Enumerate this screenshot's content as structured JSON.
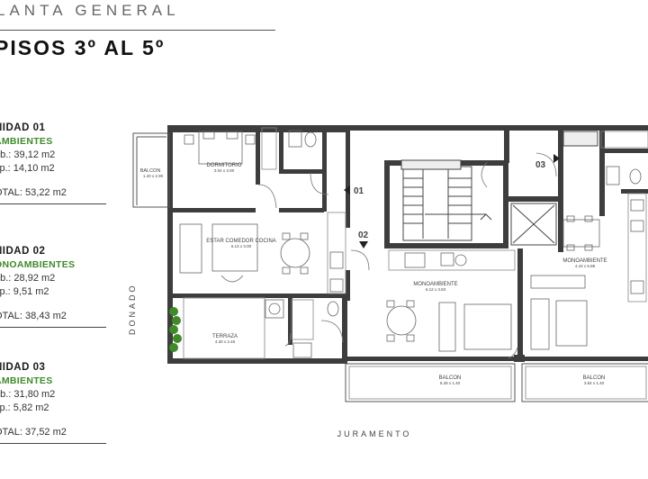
{
  "header": {
    "title": "LANTA GENERAL",
    "subtitle": "PISOS 3º AL 5º"
  },
  "units": [
    {
      "name": "NIDAD 01",
      "type": "AMBIENTES",
      "cub": "ub.: 39,12 m2",
      "exp": "xp.: 14,10 m2",
      "total": "OTAL: 53,22 m2"
    },
    {
      "name": "NIDAD 02",
      "type": "ONOAMBIENTES",
      "cub": "ub.: 28,92 m2",
      "exp": "xp.: 9,51 m2",
      "total": "OTAL: 38,43 m2"
    },
    {
      "name": "NIDAD 03",
      "type": "AMBIENTES",
      "cub": "ub.: 31,80 m2",
      "exp": "xp.: 5,82 m2",
      "total": "OTAL: 37,52 m2"
    }
  ],
  "plan": {
    "streets": {
      "side": "DONADO",
      "front": "JURAMENTO"
    },
    "unit_markers": [
      "01",
      "02",
      "03"
    ],
    "rooms": [
      {
        "name": "BALCON",
        "dims": "1.40 x 2.90"
      },
      {
        "name": "DORMITORIO",
        "dims": "3.04 x 3.00"
      },
      {
        "name": "ESTAR COMEDOR COCINA",
        "dims": "6.13 x 3.00"
      },
      {
        "name": "TERRAZA",
        "dims": "4.30 x 2.45"
      },
      {
        "name": "MONOAMBIENTE",
        "dims": "6.12 x 3.83"
      },
      {
        "name": "MONOAMBIENTE",
        "dims": "4.43 x 5.88"
      },
      {
        "name": "BALCON",
        "dims": "6.28 x 1.40"
      },
      {
        "name": "BALCON",
        "dims": "3.84 x 1.40"
      }
    ]
  }
}
